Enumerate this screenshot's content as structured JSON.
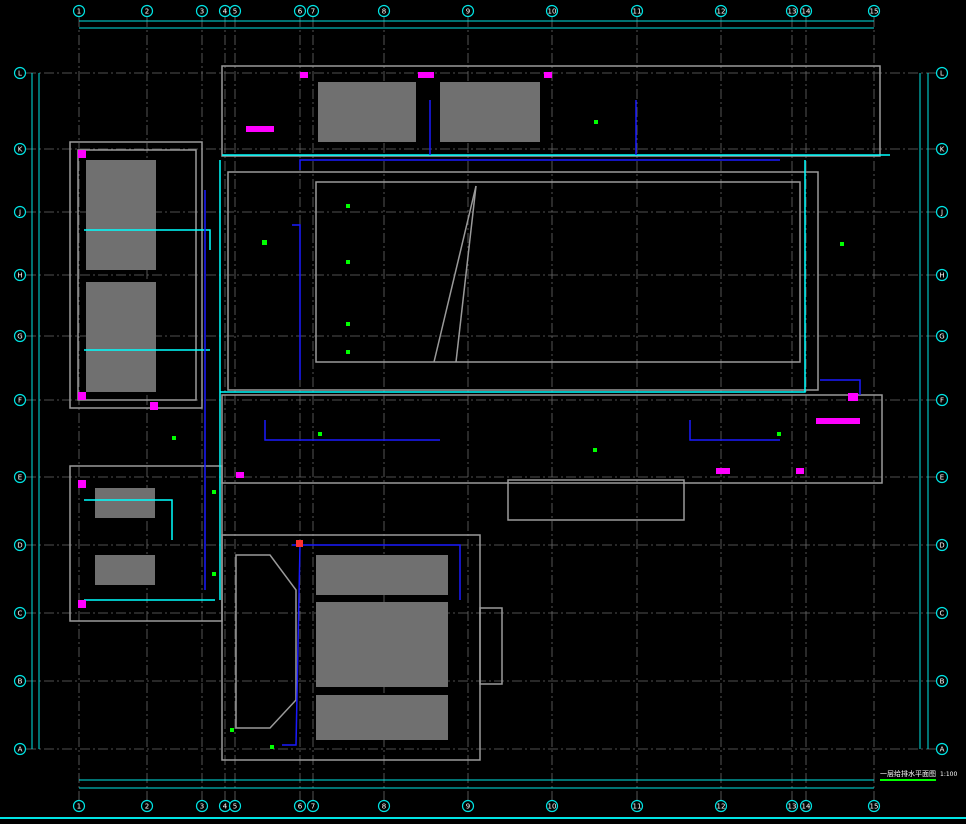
{
  "drawing": {
    "title": "一层给排水平面图",
    "scale": "1:100",
    "background": "#000000",
    "colors": {
      "grid": "#00e5e5",
      "wall": "#9a9a9a",
      "pipe_blue": "#1a1aff",
      "pipe_cyan": "#00ffff",
      "fixture_green": "#00ff00",
      "fixture_magenta": "#ff00ff",
      "axis_line": "#6a6a6a"
    }
  },
  "axes": {
    "columns": [
      "1",
      "2",
      "3",
      "4",
      "5",
      "6",
      "7",
      "8",
      "9",
      "10",
      "11",
      "12",
      "13",
      "14",
      "15"
    ],
    "rows": [
      "L",
      "K",
      "J",
      "H",
      "G",
      "F",
      "E",
      "D",
      "C",
      "B",
      "A"
    ]
  }
}
